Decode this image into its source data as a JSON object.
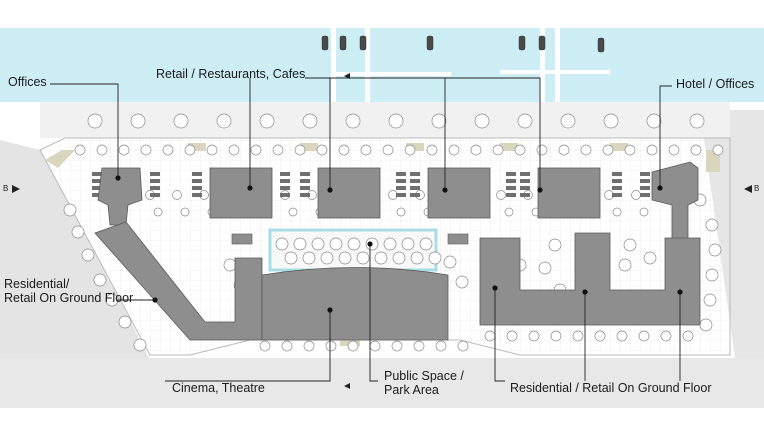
{
  "labels": {
    "offices": "Offices",
    "retail": "Retail / Restaurants, Cafes",
    "hotel": "Hotel / Offices",
    "residential_left_1": "Residential/",
    "residential_left_2": "Retail On Ground Floor",
    "cinema": "Cinema, Theatre",
    "public_1": "Public Space /",
    "public_2": "Park Area",
    "residential_right": "Residential / Retail On Ground Floor"
  },
  "section_marks": {
    "left": "B",
    "right": "B"
  },
  "colors": {
    "water": "#cdeef4",
    "building": "#8e8e8e",
    "building_stroke": "#5a5a5a",
    "plaza": "#f4f4f4",
    "ground": "#e9e9e9",
    "promenade": "#d5d5c4",
    "path": "#cfe7ea"
  },
  "icons": [
    "boat-icon",
    "tree-icon",
    "leader-line",
    "section-arrow-icon"
  ]
}
